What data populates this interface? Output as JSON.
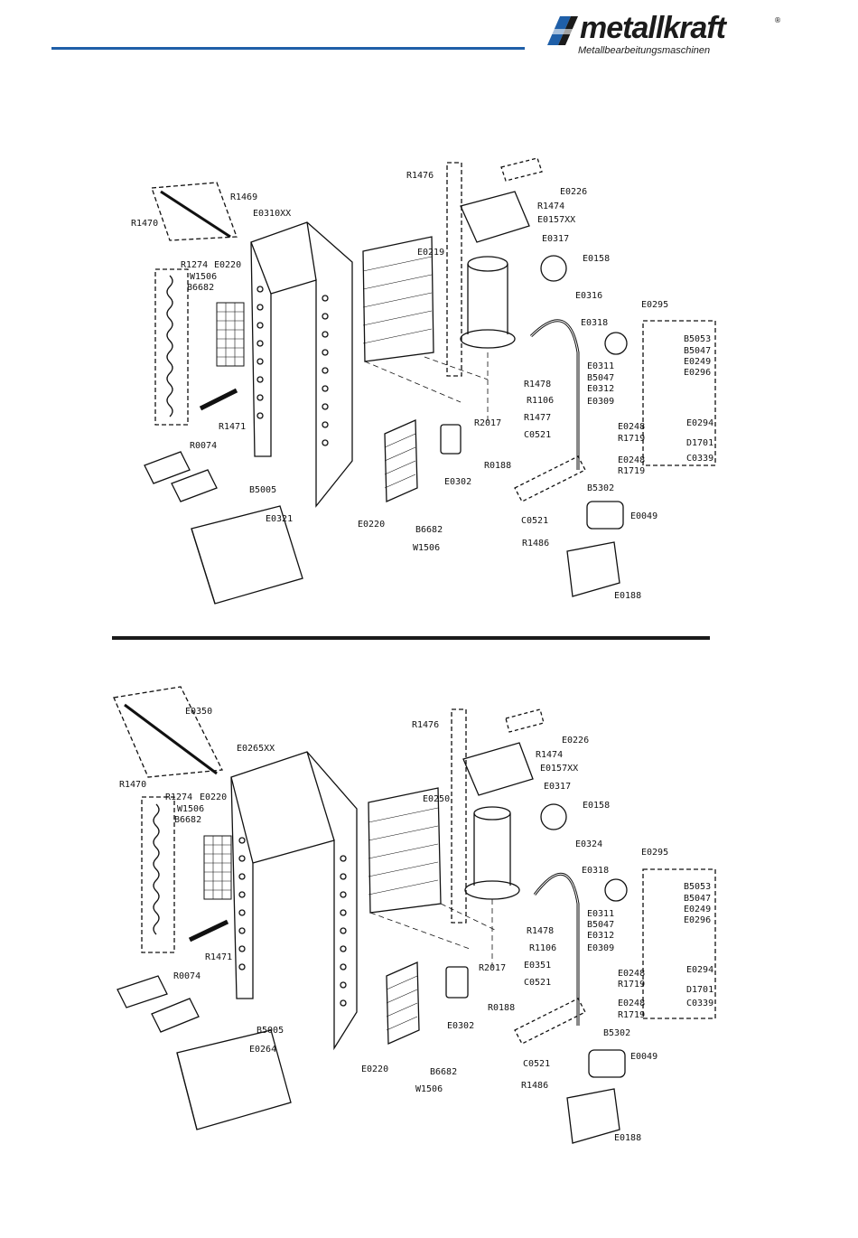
{
  "header": {
    "brand": "metallkraft",
    "registered": "®",
    "tagline": "Metallbearbeitungsmaschinen",
    "accent_color": "#1f5fa8"
  },
  "diagram_top": {
    "labels": [
      "R1469",
      "R1470",
      "E0310XX",
      "E0219",
      "R1476",
      "E0226",
      "R1474",
      "E0157XX",
      "E0317",
      "E0158",
      "E0316",
      "E0295",
      "R1274",
      "W1506",
      "E0220",
      "B6682",
      "E0318",
      "B5053",
      "B5047",
      "E0249",
      "E0296",
      "E0311",
      "B5047",
      "E0312",
      "R1478",
      "R1106",
      "E0309",
      "R1477",
      "E0248",
      "R1719",
      "E0294",
      "D1701",
      "C0521",
      "E0248",
      "R1719",
      "C0339",
      "R1471",
      "R2017",
      "R0074",
      "B5005",
      "E0302",
      "R0188",
      "E0321",
      "E0220",
      "B6682",
      "W1506",
      "B5302",
      "C0521",
      "E0049",
      "R1486",
      "E0188"
    ]
  },
  "diagram_bottom": {
    "labels": [
      "E0350",
      "R1470",
      "E0265XX",
      "R1476",
      "E0226",
      "R1474",
      "E0157XX",
      "E0317",
      "E0250",
      "E0158",
      "R1274",
      "W1506",
      "E0220",
      "B6682",
      "E0324",
      "E0295",
      "E0318",
      "B5053",
      "B5047",
      "E0249",
      "E0296",
      "E0311",
      "B5047",
      "E0312",
      "R1478",
      "R1106",
      "E0309",
      "E0351",
      "E0248",
      "E0294",
      "R1471",
      "R2017",
      "C0521",
      "R1719",
      "D1701",
      "R0074",
      "B5005",
      "E0302",
      "R0188",
      "E0248",
      "R1719",
      "C0339",
      "E0264",
      "E0220",
      "B6682",
      "W1506",
      "B5302",
      "C0521",
      "E0049",
      "R1486",
      "E0188"
    ]
  }
}
